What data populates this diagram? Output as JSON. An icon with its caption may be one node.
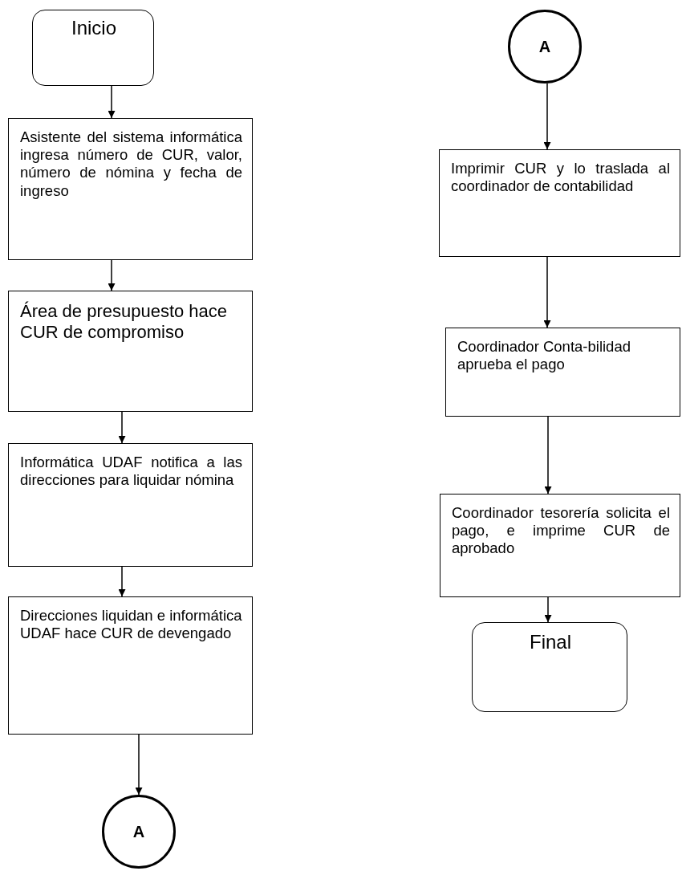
{
  "diagram": {
    "nodes": [
      {
        "text": [
          "Inicio"
        ]
      },
      {
        "text": [
          "Asistente del sistema informática ingresa número de CUR, valor, número de nómina y fecha de ingreso"
        ]
      },
      {
        "text": [
          "Área de presupuesto hace CUR de compromiso"
        ]
      },
      {
        "text": [
          "Informática UDAF notifica a las direcciones para liquidar nómina"
        ]
      },
      {
        "text": [
          "Direcciones liquidan e informática UDAF hace CUR de devengado"
        ]
      },
      {
        "text": [
          "A"
        ]
      },
      {
        "text": [
          "A"
        ]
      },
      {
        "text": [
          "Imprimir CUR y lo traslada al coordinador de contabilidad"
        ]
      },
      {
        "text": [
          "Coordinador Conta-bilidad aprueba el pago"
        ]
      },
      {
        "text": [
          "Coordinador tesorería solicita el pago, e imprime CUR de aprobado"
        ]
      },
      {
        "text": [
          "Final"
        ]
      }
    ],
    "edges": [
      {
        "from": 0,
        "to": 1,
        "arrow": "to"
      },
      {
        "from": 1,
        "to": 2,
        "arrow": "to"
      },
      {
        "from": 2,
        "to": 3,
        "arrow": "to"
      },
      {
        "from": 3,
        "to": 4,
        "arrow": "to"
      },
      {
        "from": 4,
        "to": 5,
        "arrow": "to"
      },
      {
        "from": 6,
        "to": 7,
        "arrow": "to"
      },
      {
        "from": 7,
        "to": 8,
        "arrow": "to"
      },
      {
        "from": 8,
        "to": 9,
        "arrow": "to"
      },
      {
        "from": 9,
        "to": 10,
        "arrow": "to"
      }
    ]
  }
}
